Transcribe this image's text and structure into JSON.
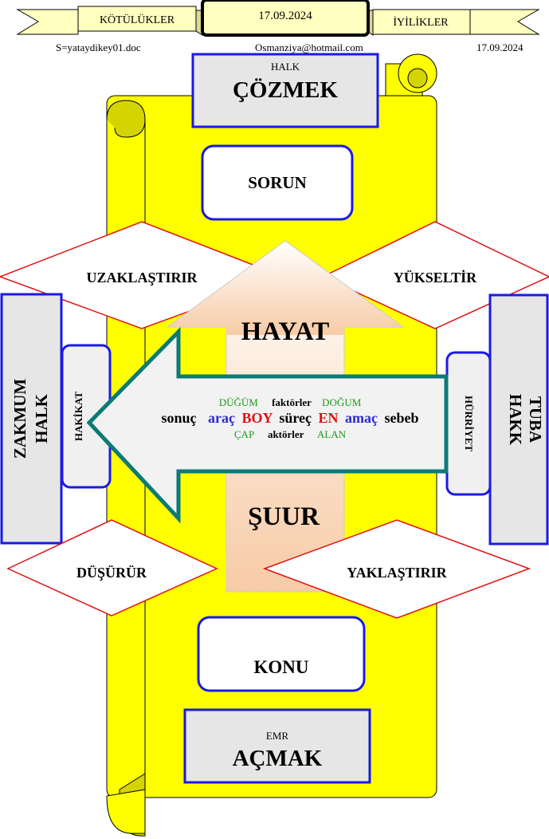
{
  "header": {
    "ribbon_left": "KÖTÜLÜKLER",
    "date_box": "17.09.2024",
    "ribbon_right": "İYİLİKLER",
    "file_name": "S=yataydikey01.doc",
    "email": "Osmanziya@hotmail.com",
    "date_right": "17.09.2024"
  },
  "top_box": {
    "small": "HALK",
    "big": "ÇÖZMEK"
  },
  "sorun": "SORUN",
  "konu": "KONU",
  "bottom_box": {
    "small": "EMR",
    "big": "AÇMAK"
  },
  "diamonds": {
    "top_left": "UZAKLAŞTIRIR",
    "top_right": "YÜKSELTİR",
    "bottom_left": "DÜŞÜRÜR",
    "bottom_right": "YAKLAŞTIRIR"
  },
  "vertical_arrow": {
    "upper": "HAYAT",
    "lower": "ŞUUR"
  },
  "left_side": {
    "outer_line1": "ZAKMUM",
    "outer_line2": "HALK",
    "inner": "HAKİKAT"
  },
  "right_side": {
    "outer_line1": "HAKK",
    "outer_line2": "TUBA",
    "inner": "HÜRRİYET"
  },
  "center_arrow": {
    "row1": [
      "DÜĞÜM",
      "faktörler",
      "DOĞUM"
    ],
    "row2": [
      "sonuç",
      "araç",
      "BOY",
      "süreç",
      "EN",
      "amaç",
      "sebeb"
    ],
    "row3": [
      "ÇAP",
      "aktörler",
      "ALAN"
    ]
  },
  "colors": {
    "scroll": "#ffff00",
    "box_border": "#1a1ae6",
    "gray_fill": "#e6e6e6",
    "teal": "#0b7a78",
    "red": "#e01010",
    "blue": "#2a2ad0",
    "green": "#1a9a1a",
    "ribbon": "#ffffc0"
  }
}
